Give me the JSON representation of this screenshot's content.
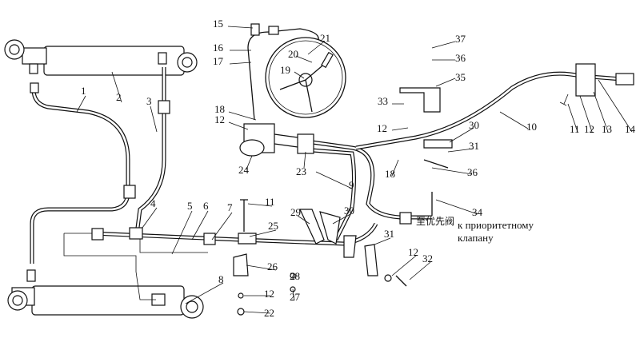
{
  "callouts": [
    "1",
    "2",
    "3",
    "4",
    "5",
    "6",
    "7",
    "8",
    "9",
    "10",
    "11",
    "12",
    "13",
    "14",
    "15",
    "16",
    "17",
    "18",
    "19",
    "20",
    "21",
    "22",
    "23",
    "24",
    "25",
    "26",
    "27",
    "28",
    "29",
    "30",
    "31",
    "32",
    "33",
    "34",
    "35",
    "36",
    "37",
    "12",
    "12",
    "12",
    "12",
    "12",
    "18",
    "30",
    "31",
    "36",
    "11"
  ],
  "note": {
    "chinese": "至优先阀",
    "russian_line1": "к  приоритетному",
    "russian_line2": "клапану"
  }
}
